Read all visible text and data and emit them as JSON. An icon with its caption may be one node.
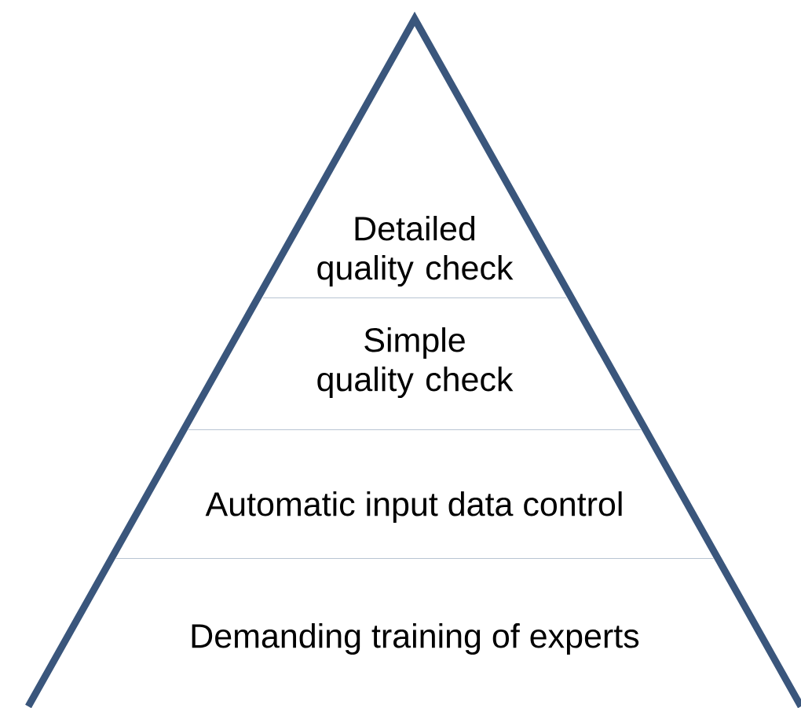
{
  "diagram": {
    "nodes": [
      {
        "text": [
          "Detailed quality check"
        ]
      },
      {
        "text": [
          "Simple quality check"
        ]
      },
      {
        "text": [
          "Automatic input data control"
        ]
      },
      {
        "text": [
          "Demanding training of experts"
        ]
      }
    ]
  }
}
